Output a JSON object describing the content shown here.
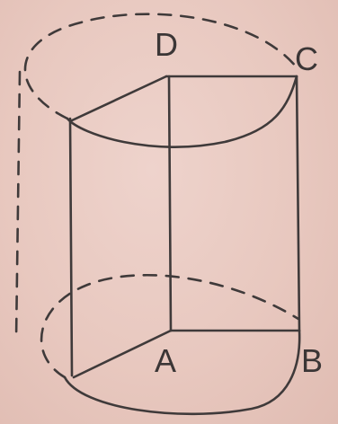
{
  "labels": {
    "d": "D",
    "c": "C",
    "a": "A",
    "b": "B"
  }
}
